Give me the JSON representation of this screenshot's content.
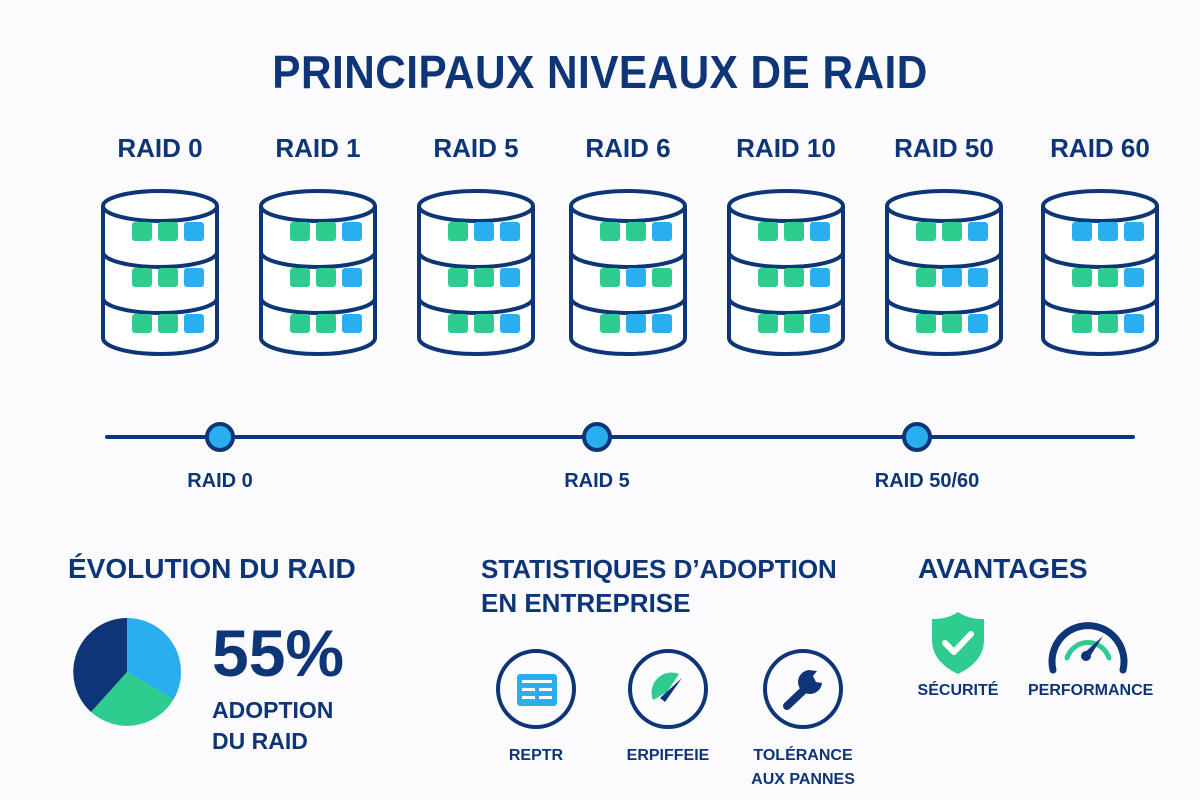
{
  "title": "PRINCIPAUX NIVEAUX DE RAID",
  "colors": {
    "navy": "#0d3577",
    "green": "#2ecc8f",
    "blue": "#29aef0",
    "background": "#fbfbfd"
  },
  "raid_levels": [
    {
      "label": "RAID 0",
      "rows": [
        [
          "green",
          "green",
          "blue"
        ],
        [
          "green",
          "green",
          "blue"
        ],
        [
          "green",
          "green",
          "blue"
        ]
      ]
    },
    {
      "label": "RAID 1",
      "rows": [
        [
          "green",
          "green",
          "blue"
        ],
        [
          "green",
          "green",
          "blue"
        ],
        [
          "green",
          "green",
          "blue"
        ]
      ]
    },
    {
      "label": "RAID 5",
      "rows": [
        [
          "green",
          "blue",
          "blue"
        ],
        [
          "green",
          "green",
          "blue"
        ],
        [
          "green",
          "green",
          "blue"
        ]
      ]
    },
    {
      "label": "RAID 6",
      "rows": [
        [
          "green",
          "green",
          "blue"
        ],
        [
          "green",
          "blue",
          "green"
        ],
        [
          "green",
          "blue",
          "blue"
        ]
      ]
    },
    {
      "label": "RAID 10",
      "rows": [
        [
          "green",
          "green",
          "blue"
        ],
        [
          "green",
          "green",
          "blue"
        ],
        [
          "green",
          "green",
          "blue"
        ]
      ]
    },
    {
      "label": "RAID 50",
      "rows": [
        [
          "green",
          "green",
          "blue"
        ],
        [
          "green",
          "blue",
          "blue"
        ],
        [
          "green",
          "green",
          "blue"
        ]
      ]
    },
    {
      "label": "RAID 60",
      "rows": [
        [
          "blue",
          "blue",
          "blue"
        ],
        [
          "green",
          "green",
          "blue"
        ],
        [
          "green",
          "green",
          "blue"
        ]
      ]
    }
  ],
  "timeline": {
    "points": [
      {
        "label": "RAID 0"
      },
      {
        "label": "RAID 5"
      },
      {
        "label": "RAID 50/60"
      }
    ]
  },
  "evolution": {
    "heading": "ÉVOLUTION DU RAID",
    "percent": "55%",
    "caption_line1": "ADOPTION",
    "caption_line2": "DU RAID"
  },
  "chart_data": {
    "type": "pie",
    "title": "ÉVOLUTION DU RAID",
    "categories": [
      "Light blue segment",
      "Green segment",
      "Navy segment"
    ],
    "values": [
      35,
      28,
      37
    ],
    "colors": [
      "#29aef0",
      "#2ecc8f",
      "#0d3577"
    ],
    "annotation": "55% ADOPTION DU RAID"
  },
  "statistics": {
    "heading_line1": "STATISTIQUES D’ADOPTION",
    "heading_line2": "EN ENTREPRISE",
    "items": [
      {
        "icon": "table-icon",
        "label_line1": "REPTR",
        "label_line2": ""
      },
      {
        "icon": "gauge-icon",
        "label_line1": "ERPIFFEIE",
        "label_line2": ""
      },
      {
        "icon": "wrench-icon",
        "label_line1": "TOLÉRANCE",
        "label_line2": "AUX PANNES"
      }
    ]
  },
  "advantages": {
    "heading": "AVANTAGES",
    "items": [
      {
        "icon": "shield-check-icon",
        "label": "SÉCURITÉ"
      },
      {
        "icon": "speedometer-icon",
        "label": "PERFORMANCE"
      }
    ]
  }
}
